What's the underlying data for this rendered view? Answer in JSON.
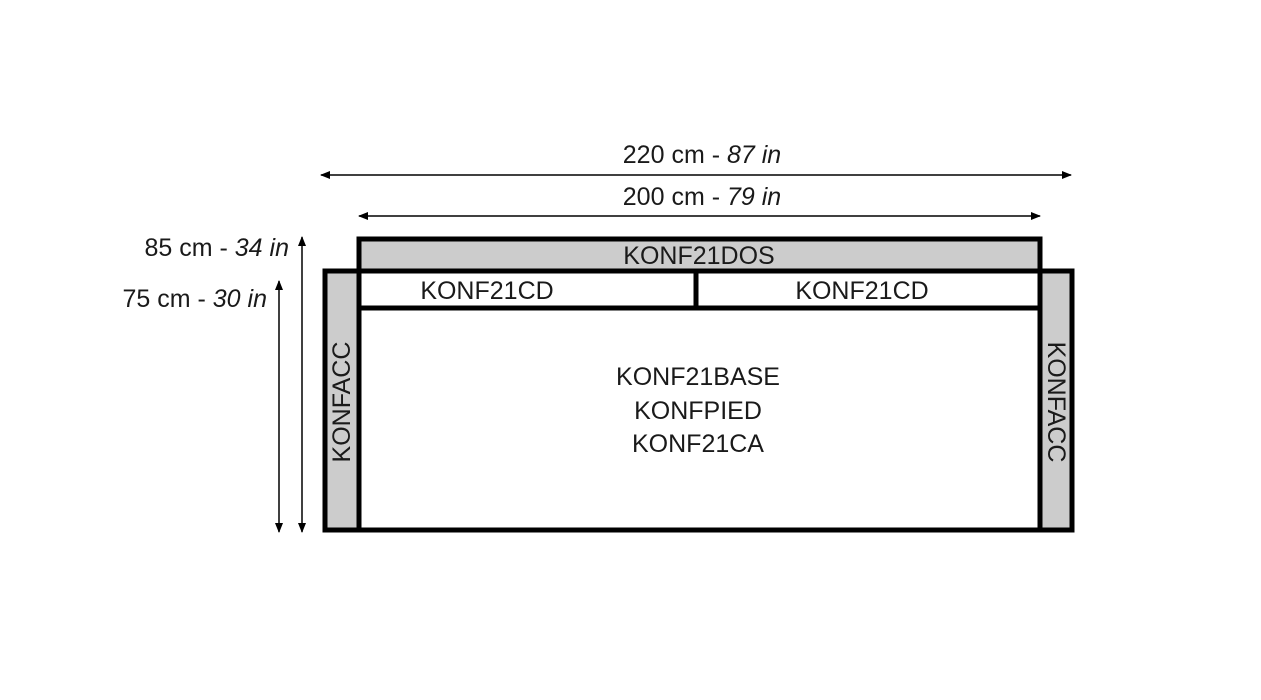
{
  "colors": {
    "stroke": "#000000",
    "panel_fill": "#cccccc",
    "body_fill": "#ffffff",
    "text": "#1a1a1a"
  },
  "dimensions": {
    "width_total": {
      "cm": "220 cm",
      "sep": " - ",
      "in": "87 in"
    },
    "width_inner": {
      "cm": "200 cm",
      "sep": " - ",
      "in": "79 in"
    },
    "height_total": {
      "cm": "85 cm",
      "sep": " - ",
      "in": "34 in"
    },
    "height_seat": {
      "cm": "75 cm",
      "sep": " - ",
      "in": "30 in"
    }
  },
  "parts": {
    "backrest": "KONF21DOS",
    "cushion_left": "KONF21CD",
    "cushion_right": "KONF21CD",
    "base_lines": [
      "KONF21BASE",
      "KONFPIED",
      "KONF21CA"
    ],
    "arm_left": "KONFACC",
    "arm_right": "KONFACC"
  }
}
